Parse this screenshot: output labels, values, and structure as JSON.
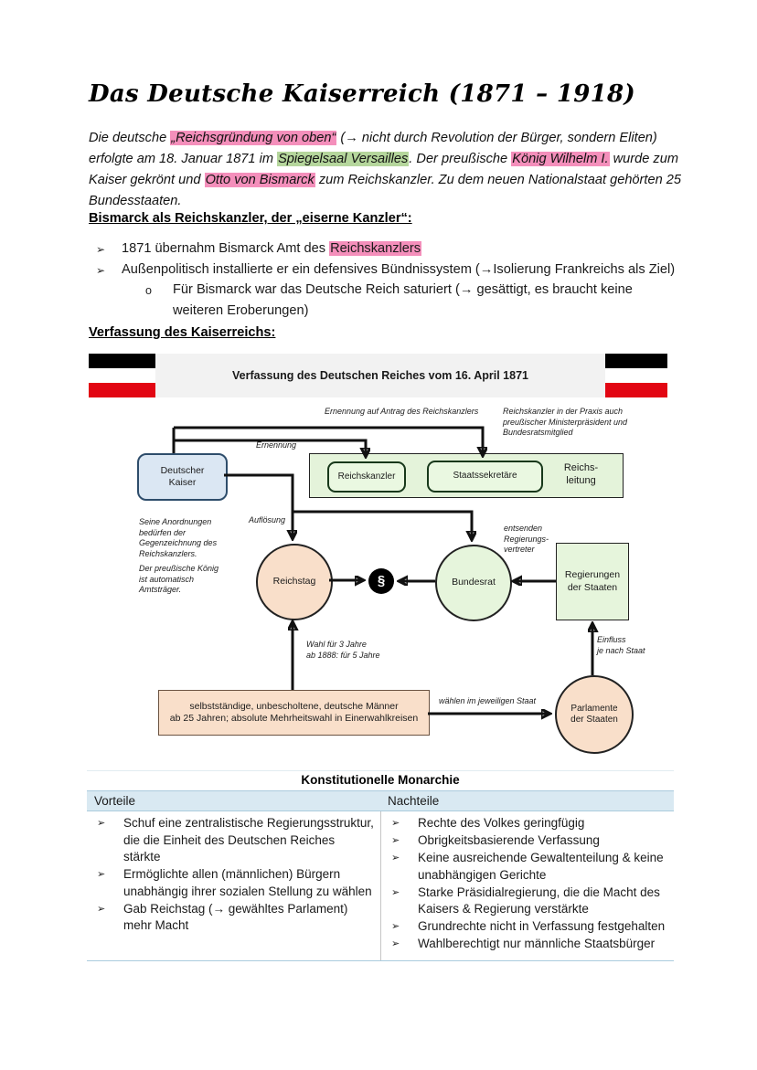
{
  "doc": {
    "title": "Das Deutsche Kaiserreich (1871 – 1918)"
  },
  "intro": {
    "segments": [
      {
        "text": "Die deutsche "
      },
      {
        "text": "„Reichsgründung von oben“",
        "hl": "pink"
      },
      {
        "text": " (→ nicht durch Revolution der Bürger, sondern Eliten) erfolgte am 18. Januar 1871 im "
      },
      {
        "text": "Spiegelsaal Versailles",
        "hl": "green"
      },
      {
        "text": ". Der preußische "
      },
      {
        "text": "König Wilhelm I.",
        "hl": "pink"
      },
      {
        "text": " wurde zum Kaiser gekrönt und "
      },
      {
        "text": "Otto von Bismarck",
        "hl": "pink"
      },
      {
        "text": " zum Reichskanzler. Zu dem neuen Nationalstaat gehörten 25 Bundesstaaten."
      }
    ]
  },
  "sections": {
    "bismarck": {
      "heading": "Bismarck als Reichskanzler, der „eiserne Kanzler“:",
      "bullet_marker": "➢",
      "sub_marker": "o",
      "bullets": [
        {
          "segments": [
            {
              "text": "1871 übernahm Bismarck Amt des "
            },
            {
              "text": "Reichskanzlers",
              "hl": "pink"
            }
          ]
        },
        {
          "segments": [
            {
              "text": "Außenpolitisch installierte er ein defensives Bündnissystem (→Isolierung Frankreichs als Ziel)"
            }
          ]
        },
        {
          "segments": [
            {
              "text": "Für Bismarck war das Deutsche Reich saturiert (→ gesättigt, es braucht keine weiteren Eroberungen)"
            }
          ]
        }
      ]
    },
    "verfassung": {
      "heading": "Verfassung des Kaiserreichs:"
    }
  },
  "diagram": {
    "title": "Verfassung des Deutschen Reiches vom 16. April 1871",
    "nodes": {
      "kaiser": "Deutscher\nKaiser",
      "reichskanzler": "Reichskanzler",
      "staatssekretaere": "Staatssekretäre",
      "reichsleitung": "Reichs-\nleitung",
      "reichstag": "Reichstag",
      "paragraph_symbol": "§",
      "bundesrat": "Bundesrat",
      "regierungen": "Regierungen\nder Staaten",
      "parlamente": "Parlamente\nder Staaten",
      "waehler": "selbstständige, unbescholtene, deutsche Männer\nab 25 Jahren; absolute Mehrheitswahl in Einerwahlkreisen"
    },
    "labels": {
      "ernennung_antrag": "Ernennung auf Antrag des Reichskanzlers",
      "praxis": "Reichskanzler in der Praxis auch\npreußischer Ministerpräsident und\nBundesratsmitglied",
      "ernennung": "Ernennung",
      "anordnungen": "Seine Anordnungen\nbedürfen der\nGegenzeichnung des\nReichskanzlers.",
      "koenig": "Der preußische König\nist automatisch\nAmtsträger.",
      "aufloesung": "Auflösung",
      "entsenden": "entsenden\nRegierungs-\nvertreter",
      "einfluss": "Einfluss\nje nach Staat",
      "wahl": "Wahl für 3 Jahre\nab 1888: für 5 Jahre",
      "waehlen": "wählen im jeweiligen Staat"
    }
  },
  "table": {
    "title": "Konstitutionelle Monarchie",
    "marker": "➢",
    "columns": [
      "Vorteile",
      "Nachteile"
    ],
    "vorteile": [
      "Schuf eine zentralistische Regierungsstruktur, die die Einheit des Deutschen Reiches stärkte",
      "Ermöglichte allen (männlichen) Bürgern unabhängig ihrer sozialen Stellung zu wählen",
      "Gab Reichstag (→ gewähltes Parlament) mehr Macht"
    ],
    "nachteile": [
      "Rechte des Volkes geringfügig",
      "Obrigkeitsbasierende Verfassung",
      "Keine ausreichende Gewaltenteilung & keine unabhängigen Gerichte",
      "Starke Präsidialregierung, die die Macht des Kaisers & Regierung verstärkte",
      "Grundrechte nicht in Verfassung festgehalten",
      "Wahlberechtigt nur männliche Staatsbürger"
    ]
  },
  "colors": {
    "highlight_pink": "#f48fbb",
    "highlight_green": "#b5d69c",
    "flag_black": "#000000",
    "flag_white": "#ffffff",
    "flag_red": "#e20613",
    "header_bar_bg": "#f2f2f2",
    "kaiser_fill": "#dbe7f3",
    "green_fill": "#e4f3da",
    "light_green_fill": "#e6f5dc",
    "peach_fill": "#f9dfca",
    "table_header_bg": "#d9e9f2"
  }
}
